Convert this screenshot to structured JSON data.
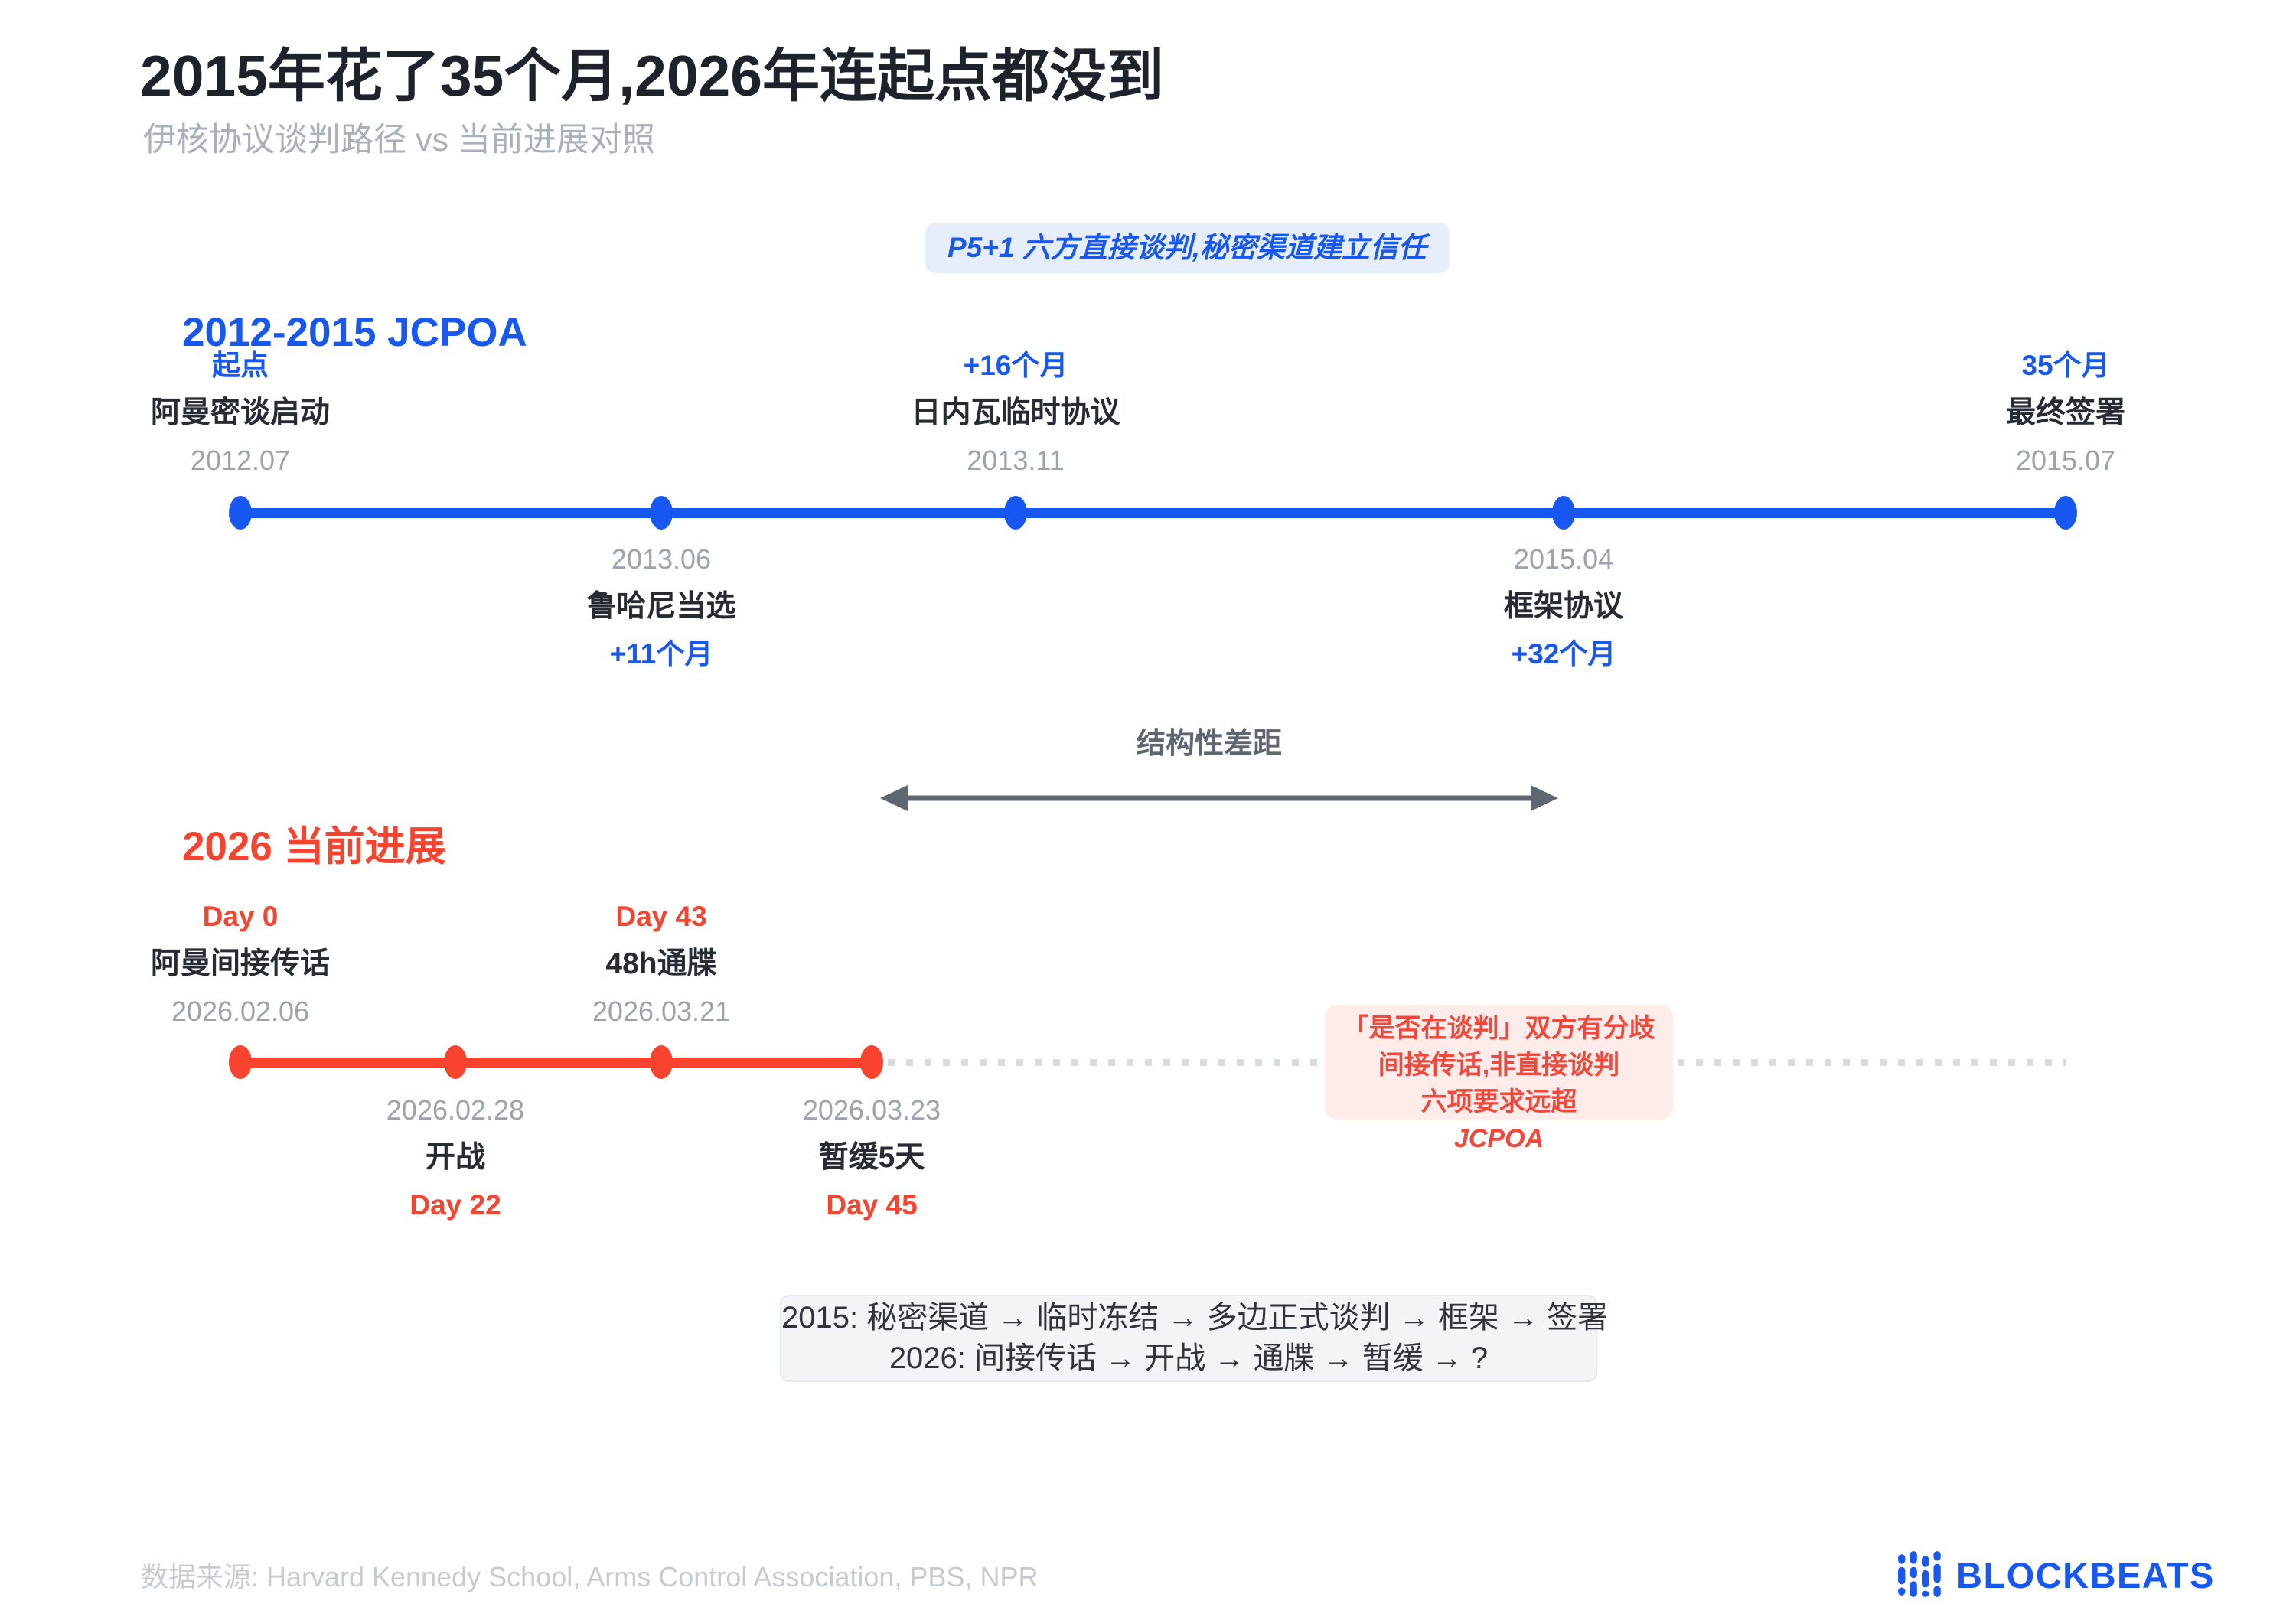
{
  "colors": {
    "primary_blue": "#1757F2",
    "primary_red": "#F8432F",
    "light_blue_bg": "#E6EDFB",
    "light_red_bg": "#FDECEA",
    "gap_gray": "#5D6671",
    "date_gray": "#9BA3AD",
    "footer_gray": "#C6CBD1",
    "text_dark": "#20252D"
  },
  "chart_data": {
    "type": "timeline",
    "title": "2015年花了35个月,2026年连起点都没到",
    "subtitle": "伊核协议谈判路径 vs 当前进展对照",
    "gap_label": "结构性差距",
    "series": [
      {
        "name": "2012-2015 JCPOA",
        "color": "#1757F2",
        "annotation": "P5+1 六方直接谈判,秘密渠道建立信任",
        "events": [
          {
            "elapsed": "起点",
            "label": "阿曼密谈启动",
            "date": "2012.07",
            "side": "above"
          },
          {
            "elapsed": "+11个月",
            "label": "鲁哈尼当选",
            "date": "2013.06",
            "side": "below"
          },
          {
            "elapsed": "+16个月",
            "label": "日内瓦临时协议",
            "date": "2013.11",
            "side": "above"
          },
          {
            "elapsed": "+32个月",
            "label": "框架协议",
            "date": "2015.04",
            "side": "below"
          },
          {
            "elapsed": "35个月",
            "label": "最终签署",
            "date": "2015.07",
            "side": "above"
          }
        ]
      },
      {
        "name": "2026 当前进展",
        "color": "#F8432F",
        "annotation_lines": [
          "「是否在谈判」双方有分歧",
          "间接传话,非直接谈判"
        ],
        "annotation_line3": {
          "prefix": "六项要求远超",
          "em": "JCPOA"
        },
        "events": [
          {
            "elapsed": "Day 0",
            "label": "阿曼间接传话",
            "date": "2026.02.06",
            "side": "above"
          },
          {
            "elapsed": "Day 22",
            "label": "开战",
            "date": "2026.02.28",
            "side": "below"
          },
          {
            "elapsed": "Day 43",
            "label": "48h通牒",
            "date": "2026.03.21",
            "side": "above"
          },
          {
            "elapsed": "Day 45",
            "label": "暂缓5天",
            "date": "2026.03.23",
            "side": "below"
          }
        ]
      }
    ],
    "summary": [
      "2015: 秘密渠道 → 临时冻结 → 多边正式谈判 → 框架 → 签署",
      "2026: 间接传话 → 开战 → 通牒 → 暂缓 → ?"
    ]
  },
  "footer": {
    "source": "数据来源: Harvard Kennedy School, Arms Control Association, PBS, NPR",
    "brand": "BLOCKBEATS"
  }
}
